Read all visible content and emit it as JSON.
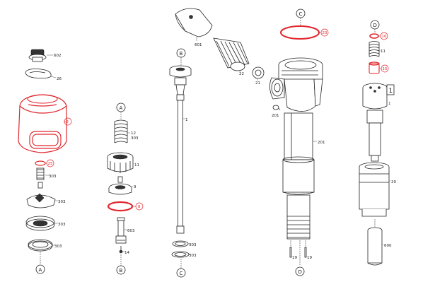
{
  "parts": {
    "p602": "602",
    "p26": "26",
    "p2": "2",
    "p25": "25",
    "p303a": "303",
    "p303b": "303",
    "p303c": "303",
    "p303d": "303",
    "p12": "12",
    "p303e": "303",
    "p11": "11",
    "p9": "9",
    "p8": "8",
    "p603": "603",
    "p14": "14",
    "p1": "1",
    "p303f": "303",
    "p303g": "303",
    "p601": "601",
    "p22": "22",
    "p21": "21",
    "p23": "23",
    "p201a": "201",
    "p201b": "201",
    "p19a": "19",
    "p19b": "19",
    "p16": "16",
    "p11b": "11",
    "p15": "15",
    "p1b": "1",
    "p20": "20",
    "p600": "600"
  },
  "callouts": {
    "A": "A",
    "B": "B",
    "C": "C",
    "D": "D"
  },
  "box_label": "1",
  "colors": {
    "line": "#222222",
    "highlight": "#e0282e",
    "blue": "#1a3fbf"
  }
}
